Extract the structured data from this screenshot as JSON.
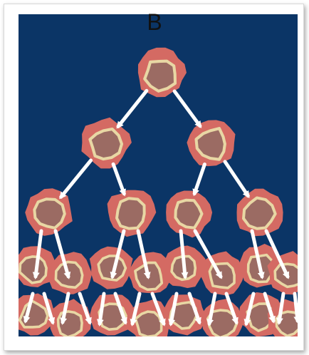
{
  "panel": {
    "label": "B"
  },
  "colors": {
    "background": "#0b3566",
    "cell_outer": "#d46a63",
    "cell_ring": "#e8d7a4",
    "cell_nucleus": "#9b6b63",
    "arrow": "#ffffff",
    "frame": "#ffffff"
  },
  "diagram": {
    "kind": "cell-division-tree",
    "generations": [
      1,
      2,
      4,
      8,
      8
    ]
  }
}
